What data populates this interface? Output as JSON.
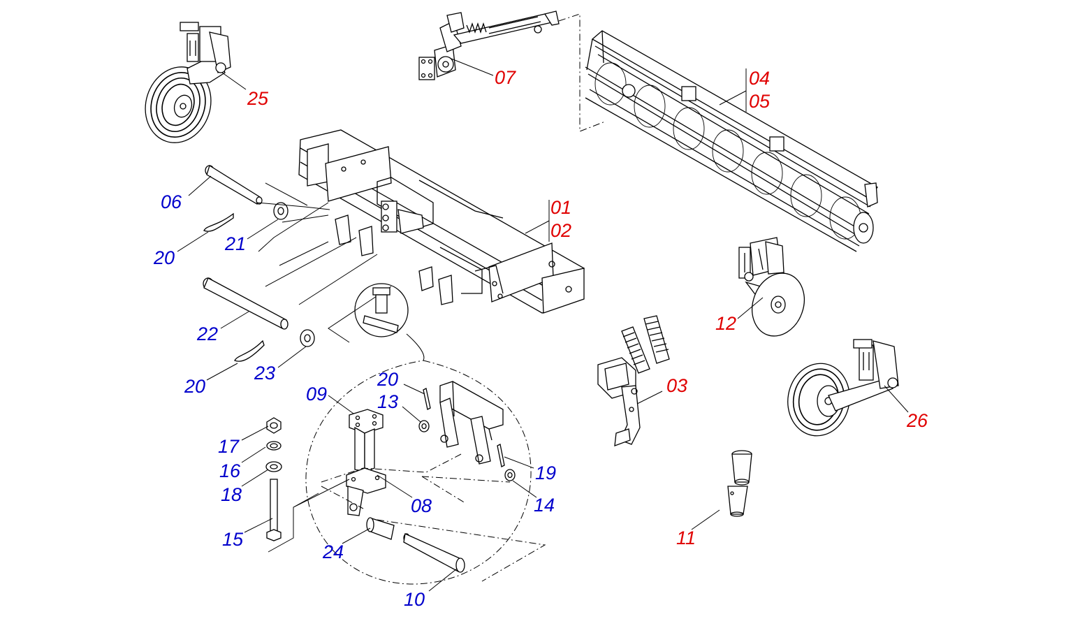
{
  "labels": {
    "p25": "25",
    "p07": "07",
    "p04": "04",
    "p05": "05",
    "p06": "06",
    "p21": "21",
    "p20a": "20",
    "p01": "01",
    "p02": "02",
    "p22": "22",
    "p23": "23",
    "p20b": "20",
    "p12": "12",
    "p09": "09",
    "p20c": "20",
    "p13": "13",
    "p03": "03",
    "p26": "26",
    "p17": "17",
    "p16": "16",
    "p18": "18",
    "p15": "15",
    "p08": "08",
    "p19": "19",
    "p14": "14",
    "p24": "24",
    "p10": "10",
    "p11": "11"
  },
  "colors": {
    "red_label": "#e00000",
    "blue_label": "#0000cc",
    "line": "#000000"
  }
}
